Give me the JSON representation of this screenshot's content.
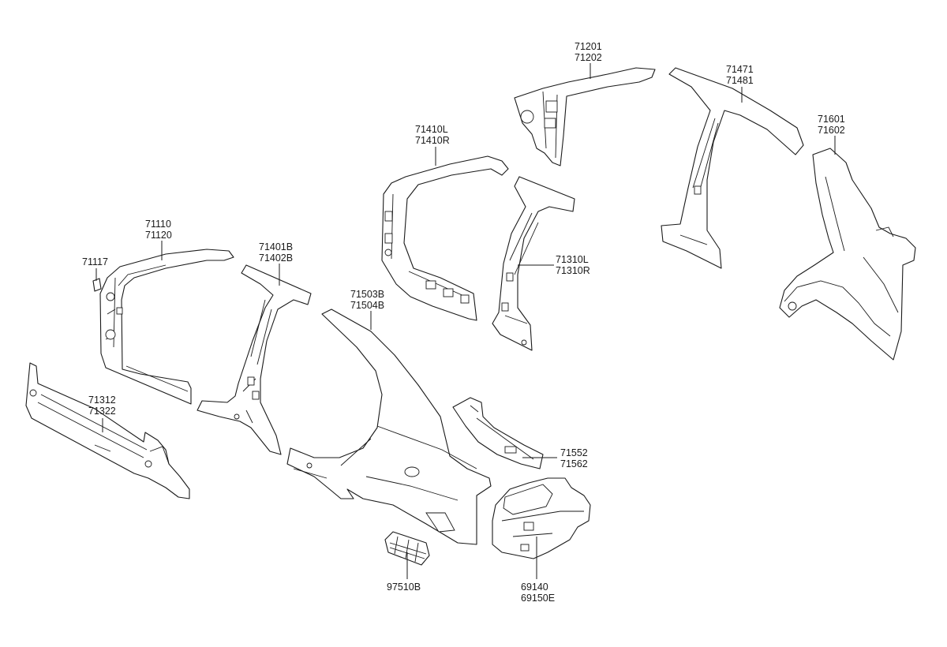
{
  "callouts": [
    {
      "id": "c71117",
      "lines": [
        "71117"
      ]
    },
    {
      "id": "c71110",
      "lines": [
        "71110",
        "71120"
      ]
    },
    {
      "id": "c71312",
      "lines": [
        "71312",
        "71322"
      ]
    },
    {
      "id": "c71401",
      "lines": [
        "71401B",
        "71402B"
      ]
    },
    {
      "id": "c71503",
      "lines": [
        "71503B",
        "71504B"
      ]
    },
    {
      "id": "c71410",
      "lines": [
        "71410L",
        "71410R"
      ]
    },
    {
      "id": "c71310",
      "lines": [
        "71310L",
        "71310R"
      ]
    },
    {
      "id": "c71201",
      "lines": [
        "71201",
        "71202"
      ]
    },
    {
      "id": "c71471",
      "lines": [
        "71471",
        "71481"
      ]
    },
    {
      "id": "c71601",
      "lines": [
        "71601",
        "71602"
      ]
    },
    {
      "id": "c71552",
      "lines": [
        "71552",
        "71562"
      ]
    },
    {
      "id": "c97510",
      "lines": [
        "97510B"
      ]
    },
    {
      "id": "c69140",
      "lines": [
        "69140",
        "69150E"
      ]
    }
  ],
  "colors": {
    "ink": "#1a1a1a",
    "background": "#ffffff"
  }
}
